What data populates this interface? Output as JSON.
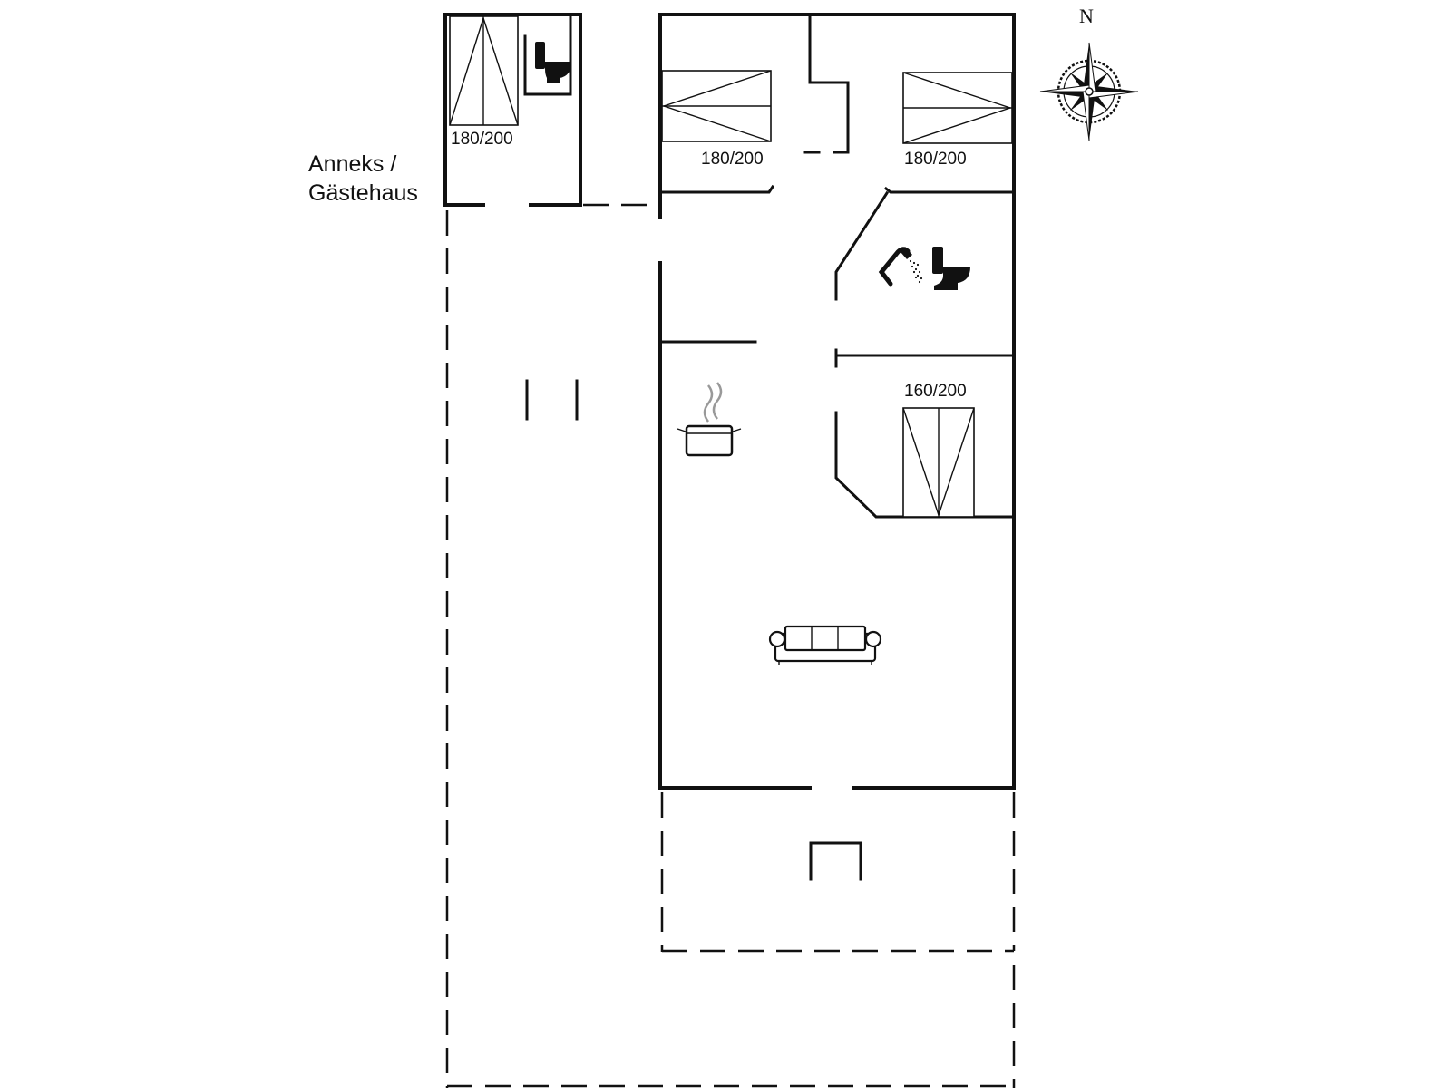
{
  "annex_label": {
    "line1": "Anneks /",
    "line2": "Gästehaus"
  },
  "compass": {
    "north_letter": "N"
  },
  "beds": {
    "annex_bed": "180/200",
    "bedroom_1": "180/200",
    "bedroom_2": "180/200",
    "bedroom_3": "160/200"
  },
  "icons": [
    "annex-toilet-icon",
    "shower-icon",
    "bathroom-toilet-icon",
    "cooking-pot-icon",
    "sofa-icon",
    "compass-rose-icon"
  ]
}
